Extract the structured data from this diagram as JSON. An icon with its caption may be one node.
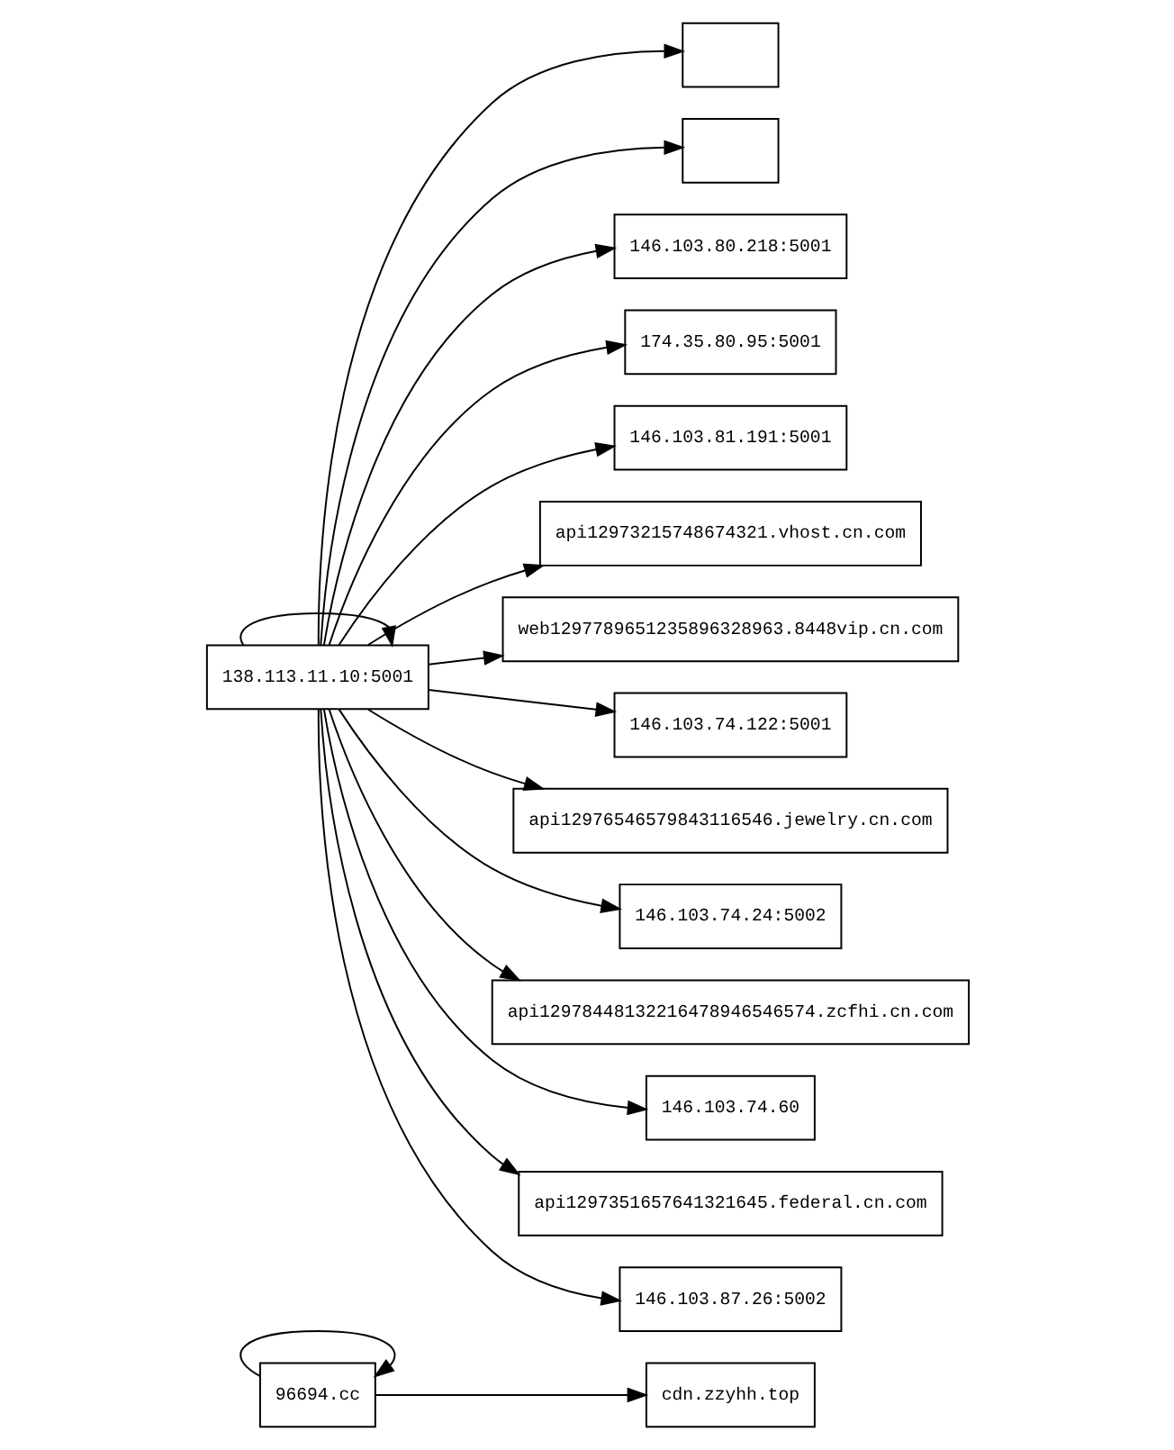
{
  "diagram": {
    "nodes": [
      {
        "text": [
          "138.113.11.10:5001"
        ]
      },
      {
        "text": [],
        "shape": "box"
      },
      {
        "text": [],
        "shape": "box"
      },
      {
        "text": [
          "146.103.80.218:5001"
        ]
      },
      {
        "text": [
          "174.35.80.95:5001"
        ]
      },
      {
        "text": [
          "146.103.81.191:5001"
        ]
      },
      {
        "text": [
          "api12973215748674321.vhost.cn.com"
        ]
      },
      {
        "text": [
          "web1297789651235896328963.8448vip.cn.com"
        ]
      },
      {
        "text": [
          "146.103.74.122:5001"
        ]
      },
      {
        "text": [
          "api12976546579843116546.jewelry.cn.com"
        ]
      },
      {
        "text": [
          "146.103.74.24:5002"
        ]
      },
      {
        "text": [
          "api12978448132216478946546574.zcfhi.cn.com"
        ]
      },
      {
        "text": [
          "146.103.74.60"
        ]
      },
      {
        "text": [
          "api1297351657641321645.federal.cn.com"
        ]
      },
      {
        "text": [
          "146.103.87.26:5002"
        ]
      },
      {
        "text": [
          "96694.cc"
        ]
      },
      {
        "text": [
          "cdn.zzyhh.top"
        ]
      }
    ],
    "edges": [
      {
        "from": 0,
        "to": 0,
        "arrow": "to"
      },
      {
        "from": 0,
        "to": 1,
        "arrow": "to"
      },
      {
        "from": 0,
        "to": 2,
        "arrow": "to"
      },
      {
        "from": 0,
        "to": 3,
        "arrow": "to"
      },
      {
        "from": 0,
        "to": 4,
        "arrow": "to"
      },
      {
        "from": 0,
        "to": 5,
        "arrow": "to"
      },
      {
        "from": 0,
        "to": 6,
        "arrow": "to"
      },
      {
        "from": 0,
        "to": 7,
        "arrow": "to"
      },
      {
        "from": 0,
        "to": 8,
        "arrow": "to"
      },
      {
        "from": 0,
        "to": 9,
        "arrow": "to"
      },
      {
        "from": 0,
        "to": 10,
        "arrow": "to"
      },
      {
        "from": 0,
        "to": 11,
        "arrow": "to"
      },
      {
        "from": 0,
        "to": 12,
        "arrow": "to"
      },
      {
        "from": 0,
        "to": 13,
        "arrow": "to"
      },
      {
        "from": 0,
        "to": 14,
        "arrow": "to"
      },
      {
        "from": 15,
        "to": 15,
        "arrow": "to"
      },
      {
        "from": 15,
        "to": 16,
        "arrow": "to"
      }
    ]
  }
}
